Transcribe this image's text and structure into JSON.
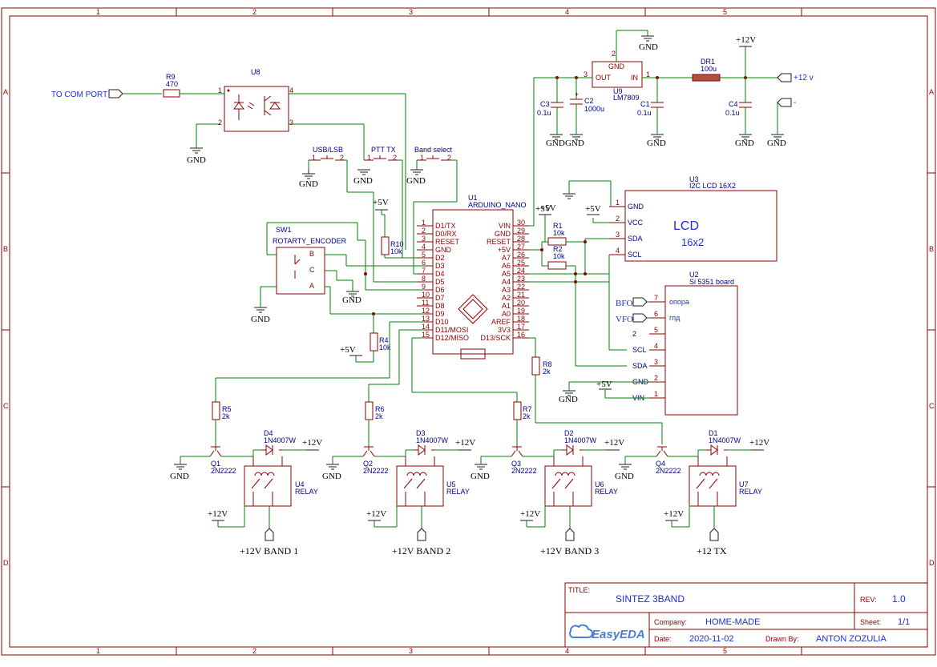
{
  "grid": {
    "columns": [
      "1",
      "2",
      "3",
      "4",
      "5"
    ],
    "rows": [
      "A",
      "B",
      "C",
      "D"
    ]
  },
  "labels": {
    "gnd": "GND",
    "p12": "+12V",
    "p5": "+5V"
  },
  "title_block": {
    "title_label": "TITLE:",
    "title": "SINTEZ 3BAND",
    "rev_label": "REV:",
    "rev": "1.0",
    "company_label": "Company:",
    "company": "HOME-MADE",
    "sheet_label": "Sheet:",
    "sheet": "1/1",
    "date_label": "Date:",
    "date": "2020-11-02",
    "drawn_label": "Drawn By:",
    "drawn": "ANTON ZOZULIA",
    "logo_text": "EasyEDA"
  },
  "ports": {
    "com": "TO COM PORT",
    "p12in": "+12 v",
    "minus": "-",
    "bfo": "BFO",
    "vfo": "VFO",
    "band1": "+12V BAND 1",
    "band2": "+12V BAND 2",
    "band3": "+12V BAND 3",
    "tx": "+12 TX"
  },
  "parts": {
    "r9": {
      "ref": "R9",
      "val": "470"
    },
    "u8": {
      "ref": "U8"
    },
    "u9": {
      "ref": "U9",
      "val": "LM7809",
      "gnd": "GND",
      "out": "OUT",
      "in": "IN"
    },
    "dr1": {
      "ref": "DR1",
      "val": "100u"
    },
    "c1": {
      "ref": "C1",
      "val": "0.1u"
    },
    "c2": {
      "ref": "C2",
      "val": "1000u"
    },
    "c3": {
      "ref": "C3",
      "val": "0.1u"
    },
    "c4": {
      "ref": "C4",
      "val": "0.1u"
    },
    "sw_usb": "USB/LSB",
    "sw_ptt": "PTT TX",
    "sw_band": "Band select",
    "u1": {
      "ref": "U1",
      "val": "ARDUINO_NANO"
    },
    "u3": {
      "ref": "U3",
      "val": "I2C LCD 16X2",
      "t1": "LCD",
      "t2": "16x2"
    },
    "u2": {
      "ref": "U2",
      "val": "Si 5351 board",
      "opora": "опора",
      "gpd": "гпд"
    },
    "sw1": {
      "ref": "SW1",
      "val": "ROTARTY_ENCODER"
    },
    "r10": {
      "ref": "R10",
      "val": "10k"
    },
    "r4": {
      "ref": "R4",
      "val": "10k"
    },
    "r1": {
      "ref": "R1",
      "val": "10k"
    },
    "r2": {
      "ref": "R2",
      "val": "10k"
    },
    "r5": {
      "ref": "R5",
      "val": "2k"
    },
    "r6": {
      "ref": "R6",
      "val": "2k"
    },
    "r7": {
      "ref": "R7",
      "val": "2k"
    },
    "r8": {
      "ref": "R8",
      "val": "2k"
    },
    "d4": {
      "ref": "D4",
      "val": "1N4007W"
    },
    "d3": {
      "ref": "D3",
      "val": "1N4007W"
    },
    "d2": {
      "ref": "D2",
      "val": "1N4007W"
    },
    "d1": {
      "ref": "D1",
      "val": "1N4007W"
    },
    "q1": {
      "ref": "Q1",
      "val": "2N2222"
    },
    "q2": {
      "ref": "Q2",
      "val": "2N2222"
    },
    "q3": {
      "ref": "Q3",
      "val": "2N2222"
    },
    "q4": {
      "ref": "Q4",
      "val": "2N2222"
    },
    "u4": {
      "ref": "U4",
      "val": "RELAY"
    },
    "u5": {
      "ref": "U5",
      "val": "RELAY"
    },
    "u6": {
      "ref": "U6",
      "val": "RELAY"
    },
    "u7": {
      "ref": "U7",
      "val": "RELAY"
    }
  },
  "nano_left_pins": [
    {
      "n": "1",
      "name": "D1/TX"
    },
    {
      "n": "2",
      "name": "D0/RX"
    },
    {
      "n": "3",
      "name": "RESET"
    },
    {
      "n": "4",
      "name": "GND"
    },
    {
      "n": "5",
      "name": "D2"
    },
    {
      "n": "6",
      "name": "D3"
    },
    {
      "n": "7",
      "name": "D4"
    },
    {
      "n": "8",
      "name": "D5"
    },
    {
      "n": "9",
      "name": "D6"
    },
    {
      "n": "10",
      "name": "D7"
    },
    {
      "n": "11",
      "name": "D8"
    },
    {
      "n": "12",
      "name": "D9"
    },
    {
      "n": "13",
      "name": "D10"
    },
    {
      "n": "14",
      "name": "D11/MOSI"
    },
    {
      "n": "15",
      "name": "D12/MISO"
    }
  ],
  "nano_right_pins": [
    {
      "n": "30",
      "name": "VIN"
    },
    {
      "n": "29",
      "name": "GND"
    },
    {
      "n": "28",
      "name": "RESET"
    },
    {
      "n": "27",
      "name": "+5V"
    },
    {
      "n": "26",
      "name": "A7"
    },
    {
      "n": "25",
      "name": "A6"
    },
    {
      "n": "24",
      "name": "A5"
    },
    {
      "n": "23",
      "name": "A4"
    },
    {
      "n": "22",
      "name": "A3"
    },
    {
      "n": "21",
      "name": "A2"
    },
    {
      "n": "20",
      "name": "A1"
    },
    {
      "n": "19",
      "name": "A0"
    },
    {
      "n": "18",
      "name": "AREF"
    },
    {
      "n": "17",
      "name": "3V3"
    },
    {
      "n": "16",
      "name": "D13/SCK"
    }
  ],
  "lcd_pins": [
    {
      "n": "1",
      "name": "GND"
    },
    {
      "n": "2",
      "name": "VCC"
    },
    {
      "n": "3",
      "name": "SDA"
    },
    {
      "n": "4",
      "name": "SCL"
    }
  ],
  "si_pins": [
    {
      "n": "7",
      "name": ""
    },
    {
      "n": "6",
      "name": ""
    },
    {
      "n": "5",
      "name": "2"
    },
    {
      "n": "4",
      "name": "SCL"
    },
    {
      "n": "3",
      "name": "SDA"
    },
    {
      "n": "2",
      "name": "GND"
    },
    {
      "n": "1",
      "name": "VIN"
    }
  ],
  "enc_pins": [
    {
      "name": "B"
    },
    {
      "name": "C"
    },
    {
      "name": "A"
    }
  ]
}
